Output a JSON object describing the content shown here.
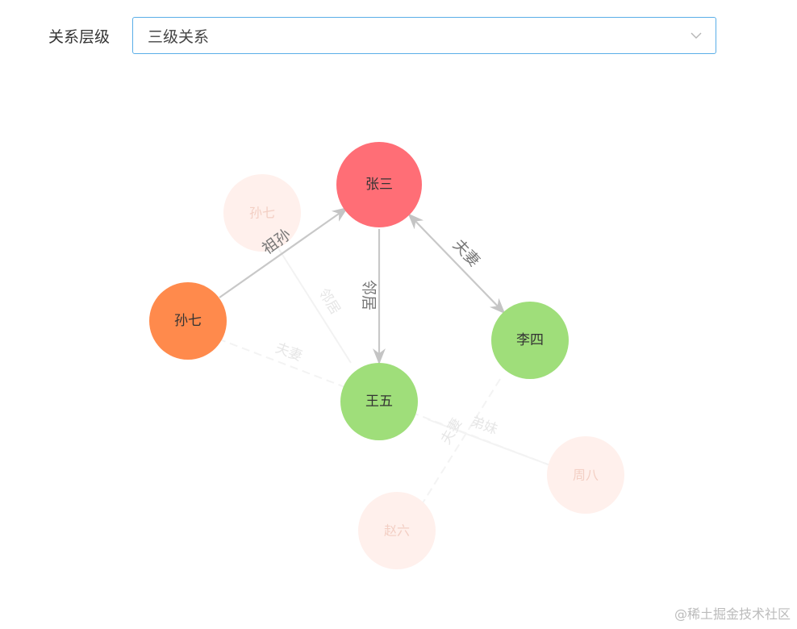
{
  "filter": {
    "label": "关系层级",
    "selected": "三级关系"
  },
  "graph": {
    "nodes": {
      "zhangsan": {
        "label": "张三",
        "color": "#ff6e76"
      },
      "sunqi": {
        "label": "孙七",
        "color": "#ff8a4c"
      },
      "wangwu": {
        "label": "王五",
        "color": "#9fde7a"
      },
      "lisi": {
        "label": "李四",
        "color": "#9fde7a"
      },
      "ghost_sunqi": {
        "label": "孙七",
        "color": "#fff0ec"
      },
      "ghost_zhouba": {
        "label": "周八",
        "color": "#fff0ec"
      },
      "ghost_zhaoliu": {
        "label": "赵六",
        "color": "#fff0ec"
      }
    },
    "edges": {
      "sunqi_zhangsan": {
        "label": "祖孙"
      },
      "zhangsan_wangwu": {
        "label": "邻居"
      },
      "zhangsan_lisi": {
        "label": "夫妻"
      },
      "ghost_linju": {
        "label": "邻居"
      },
      "ghost_fuqi": {
        "label": "夫妻"
      },
      "ghost_dimei": {
        "label": "弟妹"
      },
      "ghost_fuqi2": {
        "label": "夫妻"
      }
    },
    "edge_color": "#c8c8c8"
  },
  "watermark": "@稀土掘金技术社区"
}
